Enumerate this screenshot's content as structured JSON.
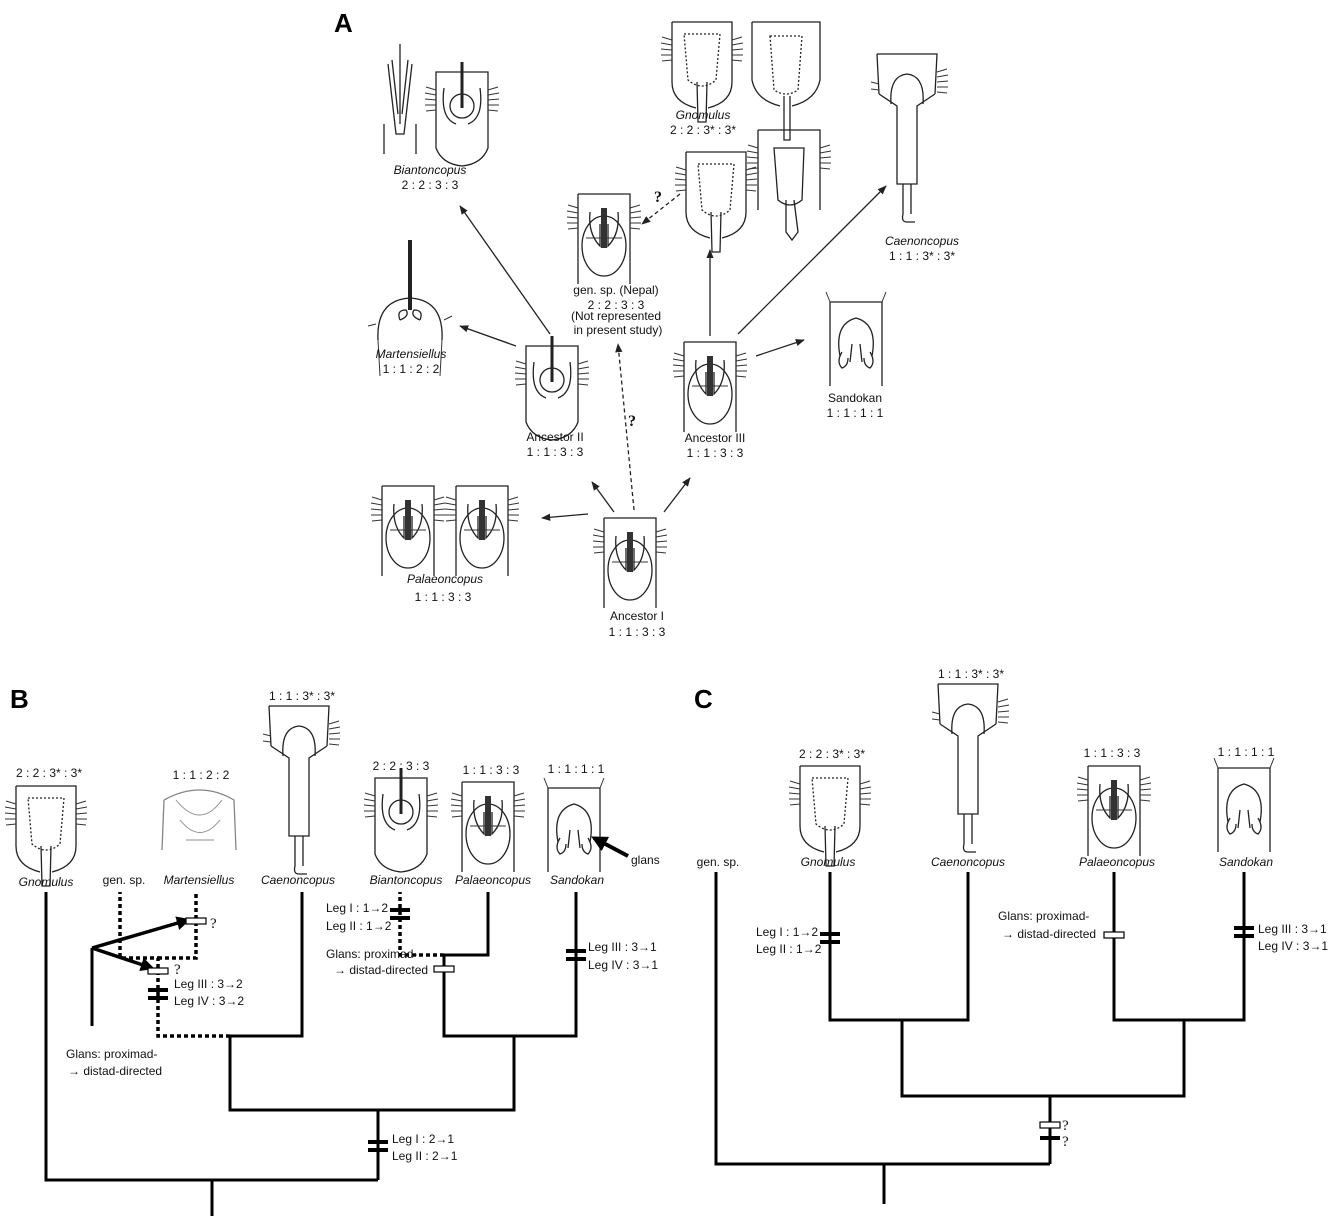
{
  "panels": {
    "a": "A",
    "b": "B",
    "c": "C"
  },
  "panelA": {
    "biantoncopus": {
      "name": "Biantoncopus",
      "formula": "2 : 2 : 3 : 3"
    },
    "gnomulus": {
      "name": "Gnomulus",
      "formula": "2 : 2 : 3* : 3*"
    },
    "caenoncopus": {
      "name": "Caenoncopus",
      "formula": "1 : 1 : 3* : 3*"
    },
    "martensiellus": {
      "name": "Martensiellus",
      "formula": "1 : 1 : 2 : 2"
    },
    "gen_sp": {
      "name": "gen. sp. (Nepal)",
      "formula": "2 : 2 : 3 : 3",
      "note1": "(Not represented",
      "note2": "in present study)"
    },
    "ancestor2": {
      "name": "Ancestor II",
      "formula": "1 : 1 : 3 : 3"
    },
    "ancestor3": {
      "name": "Ancestor III",
      "formula": "1 : 1 : 3 : 3"
    },
    "sandokan": {
      "name": "Sandokan",
      "formula": "1 : 1 : 1 : 1"
    },
    "palaeoncopus": {
      "name": "Palaeoncopus",
      "formula": "1 : 1 : 3 : 3"
    },
    "ancestor1": {
      "name": "Ancestor I",
      "formula": "1 : 1 : 3 : 3"
    },
    "q": "?"
  },
  "panelB": {
    "gnomulus": {
      "name": "Gnomulus",
      "formula": "2 : 2 : 3* : 3*"
    },
    "gen_sp": {
      "name": "gen. sp."
    },
    "martensiellus": {
      "name": "Martensiellus",
      "formula": "1 : 1 : 2 : 2"
    },
    "caenoncopus": {
      "name": "Caenoncopus",
      "formula": "1 : 1 : 3* : 3*"
    },
    "biantoncopus": {
      "name": "Biantoncopus",
      "formula": "2 : 2 : 3 : 3"
    },
    "palaeoncopus": {
      "name": "Palaeoncopus",
      "formula": "1 : 1 : 3 : 3"
    },
    "sandokan": {
      "name": "Sandokan",
      "formula": "1 : 1 : 1 : 1"
    },
    "glans": "glans",
    "legI_12": "Leg I : 1→2",
    "legII_12": "Leg II : 1→2",
    "legIII_32": "Leg III : 3→2",
    "legIV_32": "Leg IV : 3→2",
    "legIII_31": "Leg III : 3→1",
    "legIV_31": "Leg IV : 3→1",
    "legI_21": "Leg I : 2→1",
    "legII_21": "Leg II : 2→1",
    "glans_change1": "Glans: proximad-",
    "glans_change2": "→ distad-directed",
    "q": "?"
  },
  "panelC": {
    "gen_sp": {
      "name": "gen. sp."
    },
    "gnomulus": {
      "name": "Gnomulus",
      "formula": "2 : 2 : 3* : 3*"
    },
    "caenoncopus": {
      "name": "Caenoncopus",
      "formula": "1 : 1 : 3* : 3*"
    },
    "palaeoncopus": {
      "name": "Palaeoncopus",
      "formula": "1 : 1 : 3 : 3"
    },
    "sandokan": {
      "name": "Sandokan",
      "formula": "1 : 1 : 1 : 1"
    },
    "legI_12": "Leg I : 1→2",
    "legII_12": "Leg II : 1→2",
    "legIII_31": "Leg III : 3→1",
    "legIV_31": "Leg IV : 3→1",
    "glans_change1": "Glans: proximad-",
    "glans_change2": "→ distad-directed",
    "q": "?"
  }
}
